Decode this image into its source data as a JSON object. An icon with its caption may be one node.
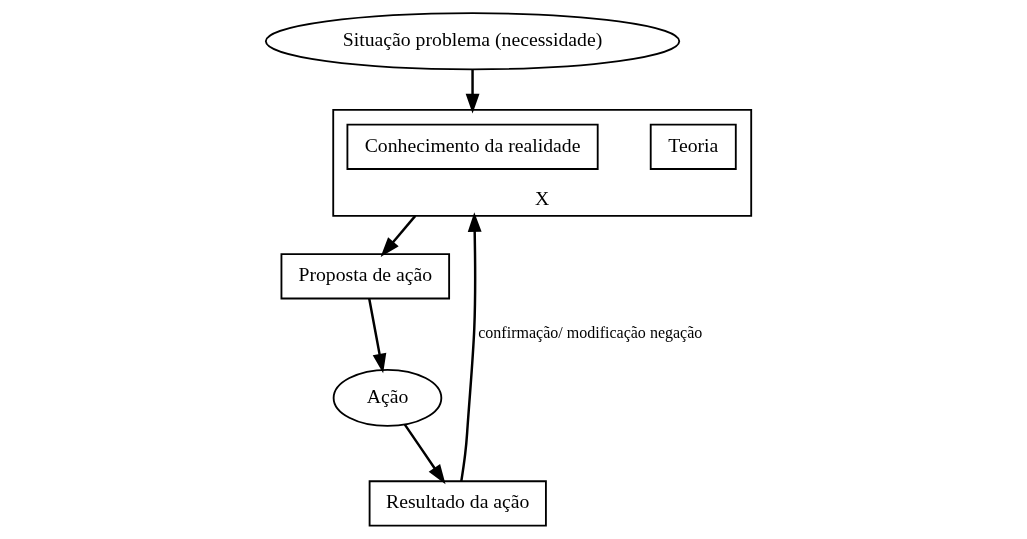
{
  "diagram": {
    "nodes": [
      {
        "text": [
          "Situação problema (necessidade)"
        ]
      },
      {
        "text": [
          "X"
        ]
      },
      {
        "text": [
          "Teoria"
        ],
        "in": 1
      },
      {
        "text": [
          "Conhecimento da realidade"
        ],
        "in": 1
      },
      {
        "text": [
          "Proposta de ação"
        ]
      },
      {
        "text": [
          "Ação"
        ]
      },
      {
        "text": [
          "Resultado da ação"
        ]
      }
    ],
    "edges": [
      {
        "from": 0,
        "to": 1,
        "arrow": "to"
      },
      {
        "from": 1,
        "to": 4,
        "arrow": "to"
      },
      {
        "from": 4,
        "to": 5,
        "arrow": "to"
      },
      {
        "from": 5,
        "to": 6,
        "arrow": "to"
      },
      {
        "from": 6,
        "to": 1,
        "arrow": "to",
        "label": "confirmação/ modificação negação"
      }
    ]
  }
}
